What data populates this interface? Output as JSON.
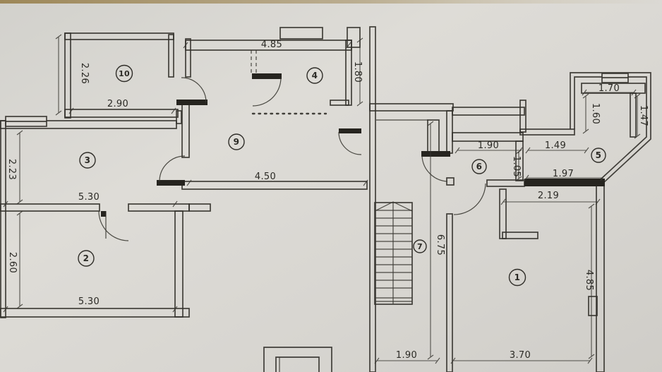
{
  "plan": {
    "rooms": {
      "r1": "1",
      "r2": "2",
      "r3": "3",
      "r4": "4",
      "r5": "5",
      "r6": "6",
      "r7": "7",
      "r9": "9",
      "r10": "10"
    },
    "dims": {
      "room10_height": "2.26",
      "room10_width": "2.90",
      "room4_width": "4.85",
      "room4_height": "1.80",
      "room3_height": "2.23",
      "room3_width": "5.30",
      "room2_height": "2.60",
      "room2_width": "5.30",
      "room9_width": "4.50",
      "stair_hall_height": "6.75",
      "room6_width": "1.90",
      "room6_height": "1.05",
      "hall5_width": "1.49",
      "room5_width": "1.70",
      "room5_left_height": "1.60",
      "room5_right_height": "1.47",
      "hall5_bottom_width": "1.97",
      "room1_top_width": "2.19",
      "room1_height": "4.85",
      "room1_width": "3.70",
      "hall_bottom_width": "1.90"
    }
  }
}
